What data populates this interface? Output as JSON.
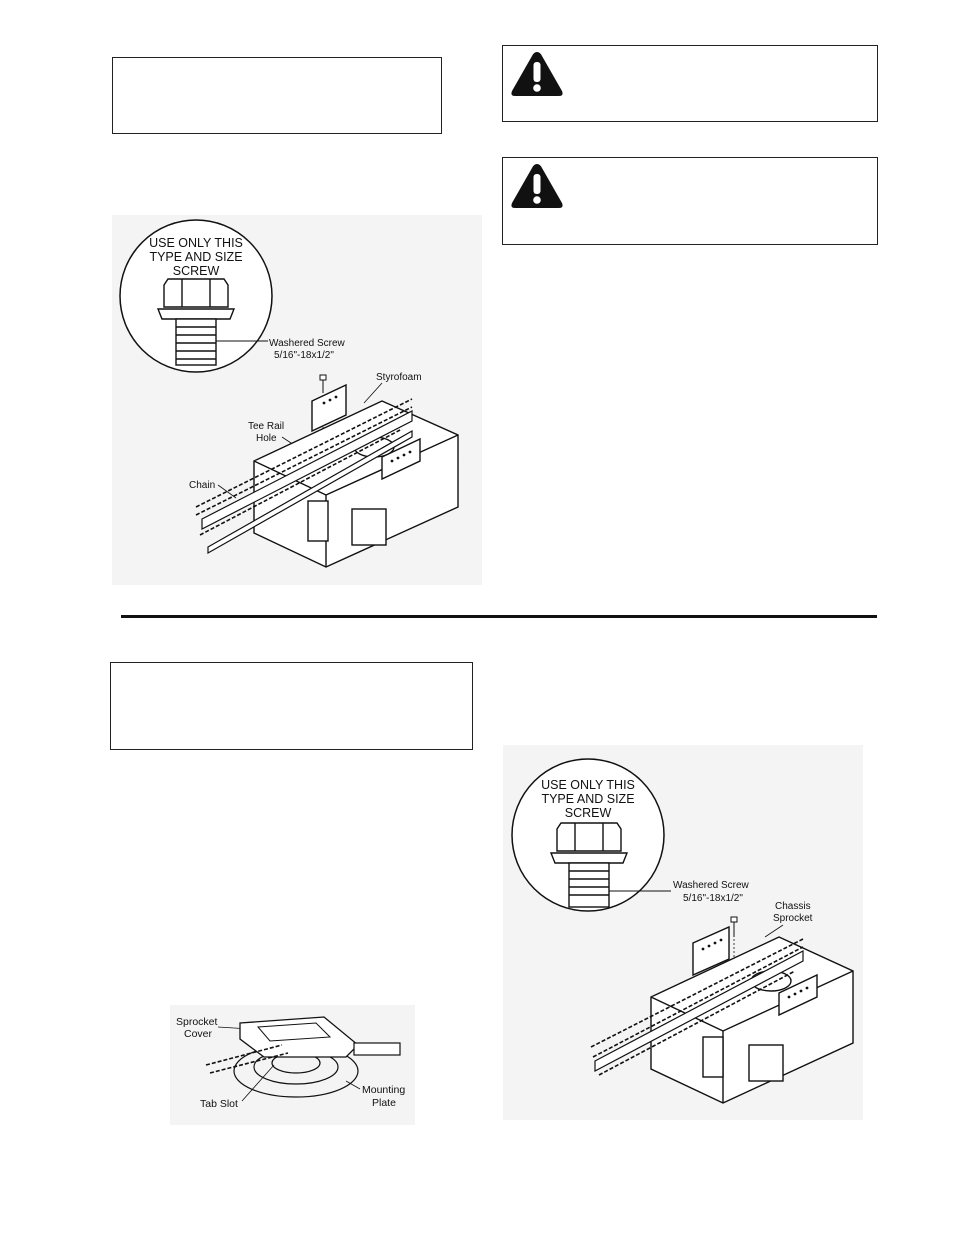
{
  "figure1": {
    "circle_line1": "USE ONLY THIS",
    "circle_line2": "TYPE AND SIZE",
    "circle_line3": "SCREW",
    "screw_label_line1": "Washered Screw",
    "screw_label_line2": "5/16\"-18x1/2\"",
    "styrofoam": "Styrofoam",
    "tee_rail_line1": "Tee Rail",
    "tee_rail_line2": "Hole",
    "chain": "Chain"
  },
  "figure2": {
    "sprocket_cover_line1": "Sprocket",
    "sprocket_cover_line2": "Cover",
    "tab_slot": "Tab Slot",
    "mounting_plate_line1": "Mounting",
    "mounting_plate_line2": "Plate"
  },
  "figure3": {
    "circle_line1": "USE ONLY THIS",
    "circle_line2": "TYPE AND SIZE",
    "circle_line3": "SCREW",
    "screw_label_line1": "Washered Screw",
    "screw_label_line2": "5/16\"-18x1/2\"",
    "chassis_line1": "Chassis",
    "chassis_line2": "Sprocket"
  }
}
